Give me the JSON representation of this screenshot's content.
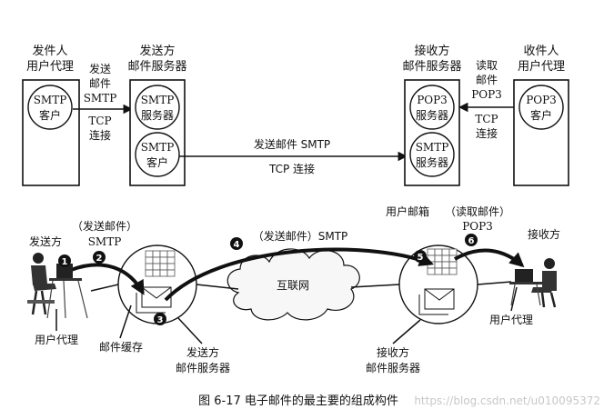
{
  "top": {
    "sender_ua_title": [
      "发件人",
      "用户代理"
    ],
    "sender_ua_circle": [
      "SMTP",
      "客户"
    ],
    "link1_above": [
      "发送",
      "邮件",
      "SMTP"
    ],
    "link1_below": [
      "TCP",
      "连接"
    ],
    "sender_server_title": [
      "发送方",
      "邮件服务器"
    ],
    "sender_server_circle1": [
      "SMTP",
      "服务器"
    ],
    "sender_server_circle2": [
      "SMTP",
      "客户"
    ],
    "middle_above": "发送邮件 SMTP",
    "middle_below": "TCP 连接",
    "receiver_server_title": [
      "接收方",
      "邮件服务器"
    ],
    "receiver_server_circle1": [
      "POP3",
      "服务器"
    ],
    "receiver_server_circle2": [
      "SMTP",
      "服务器"
    ],
    "link3_above": [
      "读取",
      "邮件",
      "POP3"
    ],
    "link3_below": [
      "TCP",
      "连接"
    ],
    "receiver_ua_title": [
      "收件人",
      "用户代理"
    ],
    "receiver_ua_circle": [
      "POP3",
      "客户"
    ]
  },
  "bottom": {
    "sender_label": "发送方",
    "step2_label": [
      "（发送邮件）",
      "SMTP"
    ],
    "step4_label": "（发送邮件）SMTP",
    "mailbox_label": "用户邮箱",
    "step6_label": [
      "（读取邮件）",
      "POP3"
    ],
    "receiver_label": "接收方",
    "internet_label": "互联网",
    "user_agent_left": "用户代理",
    "mail_buffer": "邮件缓存",
    "sender_server": [
      "发送方",
      "邮件服务器"
    ],
    "receiver_server": [
      "接收方",
      "邮件服务器"
    ],
    "user_agent_right": "用户代理",
    "steps": [
      "1",
      "2",
      "3",
      "4",
      "5",
      "6"
    ]
  },
  "caption": "图 6-17   电子邮件的最主要的组成构件",
  "watermark": "https://blog.csdn.net/u010095372"
}
